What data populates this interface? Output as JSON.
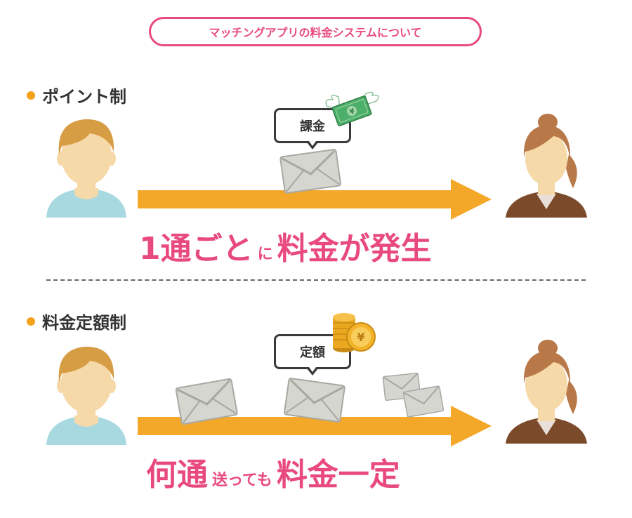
{
  "title": "マッチングアプリの料金システムについて",
  "sections": [
    {
      "label": "ポイント制",
      "bubble": "課金",
      "caption": [
        {
          "text": "1通ごと",
          "size": "big"
        },
        {
          "text": "に",
          "size": "small"
        },
        {
          "text": "料金が発生",
          "size": "big"
        }
      ]
    },
    {
      "label": "料金定額制",
      "bubble": "定額",
      "caption": [
        {
          "text": "何通",
          "size": "big"
        },
        {
          "text": "送っても",
          "size": "small"
        },
        {
          "text": "料金一定",
          "size": "big"
        }
      ]
    }
  ],
  "icons": [
    "man-avatar-icon",
    "woman-avatar-icon",
    "envelope-icon",
    "flying-money-icon",
    "yen-coins-icon",
    "arrow-icon"
  ],
  "colors": {
    "accent_pink": "#e84a7f",
    "arrow_orange": "#f3a82a",
    "bullet_orange": "#f3a21a",
    "skin": "#f6d9a8",
    "man_hair": "#d79d45",
    "woman_hair": "#b97848",
    "man_shirt": "#a8d8e0",
    "woman_jacket": "#7b4a2b",
    "envelope": "#d6d6d0"
  }
}
